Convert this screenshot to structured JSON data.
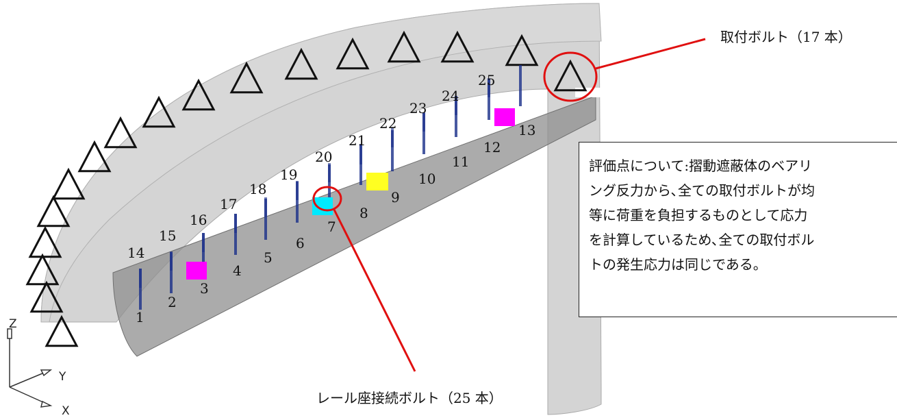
{
  "callouts": {
    "mounting_bolt": "取付ボルト（17 本）",
    "rail_seat_bolt": "レール座接続ボルト（25 本）"
  },
  "note": {
    "lines": [
      "評価点について:摺動遮蔽体のベアリ",
      "ング反力から､全ての取付ボルトが均",
      "等に荷重を負担するものとして応力",
      "を計算しているため､全ての取付ボル",
      "トの発生応力は同じである。"
    ]
  },
  "axes": {
    "z": "Z",
    "y": "Y",
    "x": "X"
  },
  "lower_bolt_labels": [
    "1",
    "2",
    "3",
    "4",
    "5",
    "6",
    "7",
    "8",
    "9",
    "10",
    "11",
    "12",
    "13"
  ],
  "upper_bolt_labels": [
    "14",
    "15",
    "16",
    "17",
    "18",
    "19",
    "20",
    "21",
    "22",
    "23",
    "24",
    "25"
  ],
  "colors": {
    "highlight_ring": "#e01010",
    "leader_line": "#e01010",
    "magenta_block": "#ff00ff",
    "cyan_block": "#00eaff",
    "yellow_block": "#ffff22",
    "bolt": "#1a2f8a",
    "shell": "#c9c9c9"
  }
}
